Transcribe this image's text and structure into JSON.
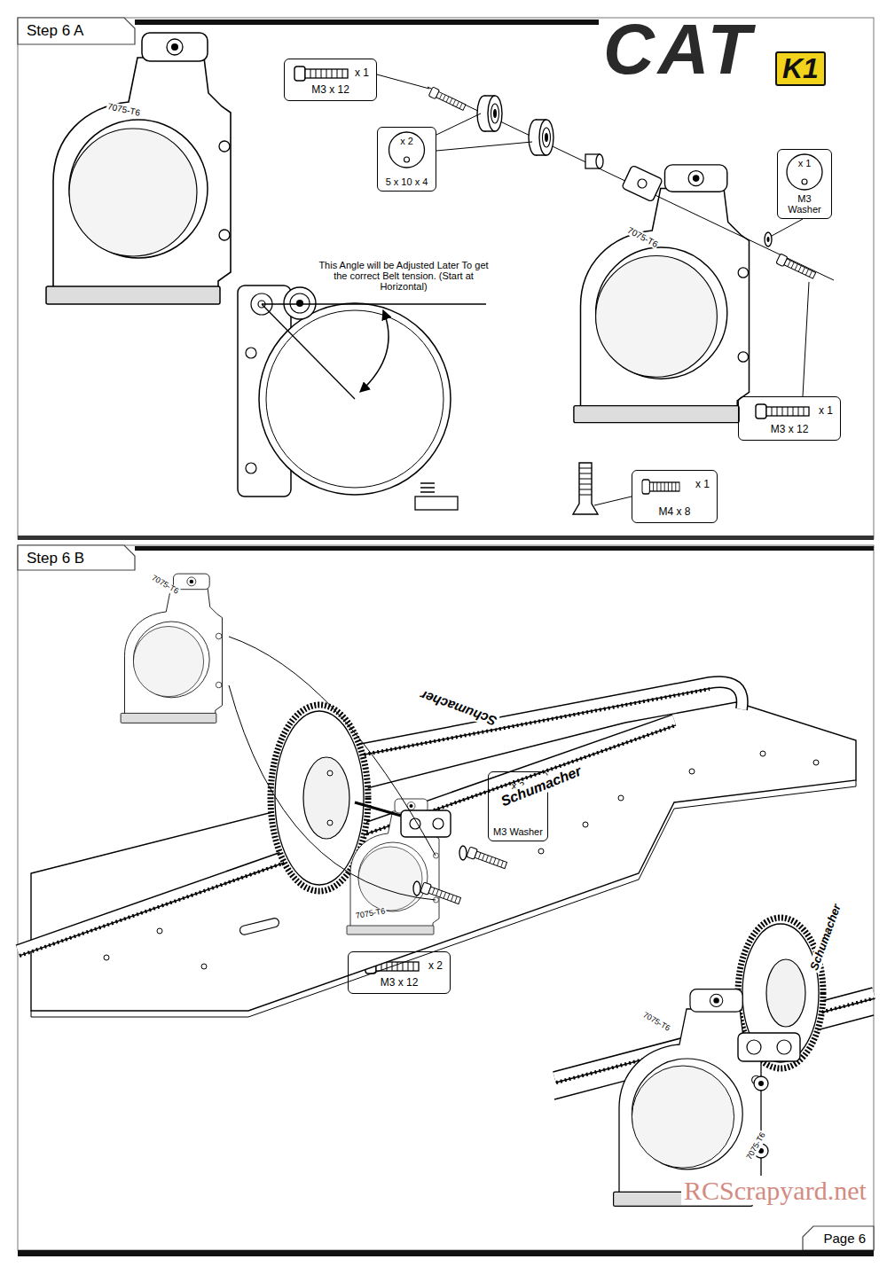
{
  "diagram": {
    "nodes": [
      {
        "text": [
          "Step 6 A"
        ]
      },
      {
        "text": [
          "x 1",
          "M3 x 12"
        ]
      },
      {
        "text": [
          "x 2",
          "5 x 10 x 4"
        ]
      },
      {
        "text": [
          "x 1",
          "M3 Washer"
        ]
      },
      {
        "text": [
          "x 1",
          "M3 x 12"
        ]
      },
      {
        "text": [
          "x 1",
          "M4 x 8"
        ]
      },
      {
        "text": [
          "Step 6 B"
        ]
      },
      {
        "text": [
          "x 2",
          "M3 Washer"
        ]
      },
      {
        "text": [
          "x 2",
          "M3 x 12"
        ]
      },
      {
        "text": [
          "Page 6"
        ]
      }
    ],
    "labels": [
      "CAT",
      "K1",
      "7075-T6",
      "7075-T6",
      "This Angle will be Adjusted Later To get the correct Belt tension. (Start at Horizontal)",
      "7075-T6",
      "Schumacher",
      "Schumacher",
      "7075-T6",
      "7075-T6",
      "Schumacher",
      "7075-T6",
      "RCScrapyard.net"
    ]
  }
}
